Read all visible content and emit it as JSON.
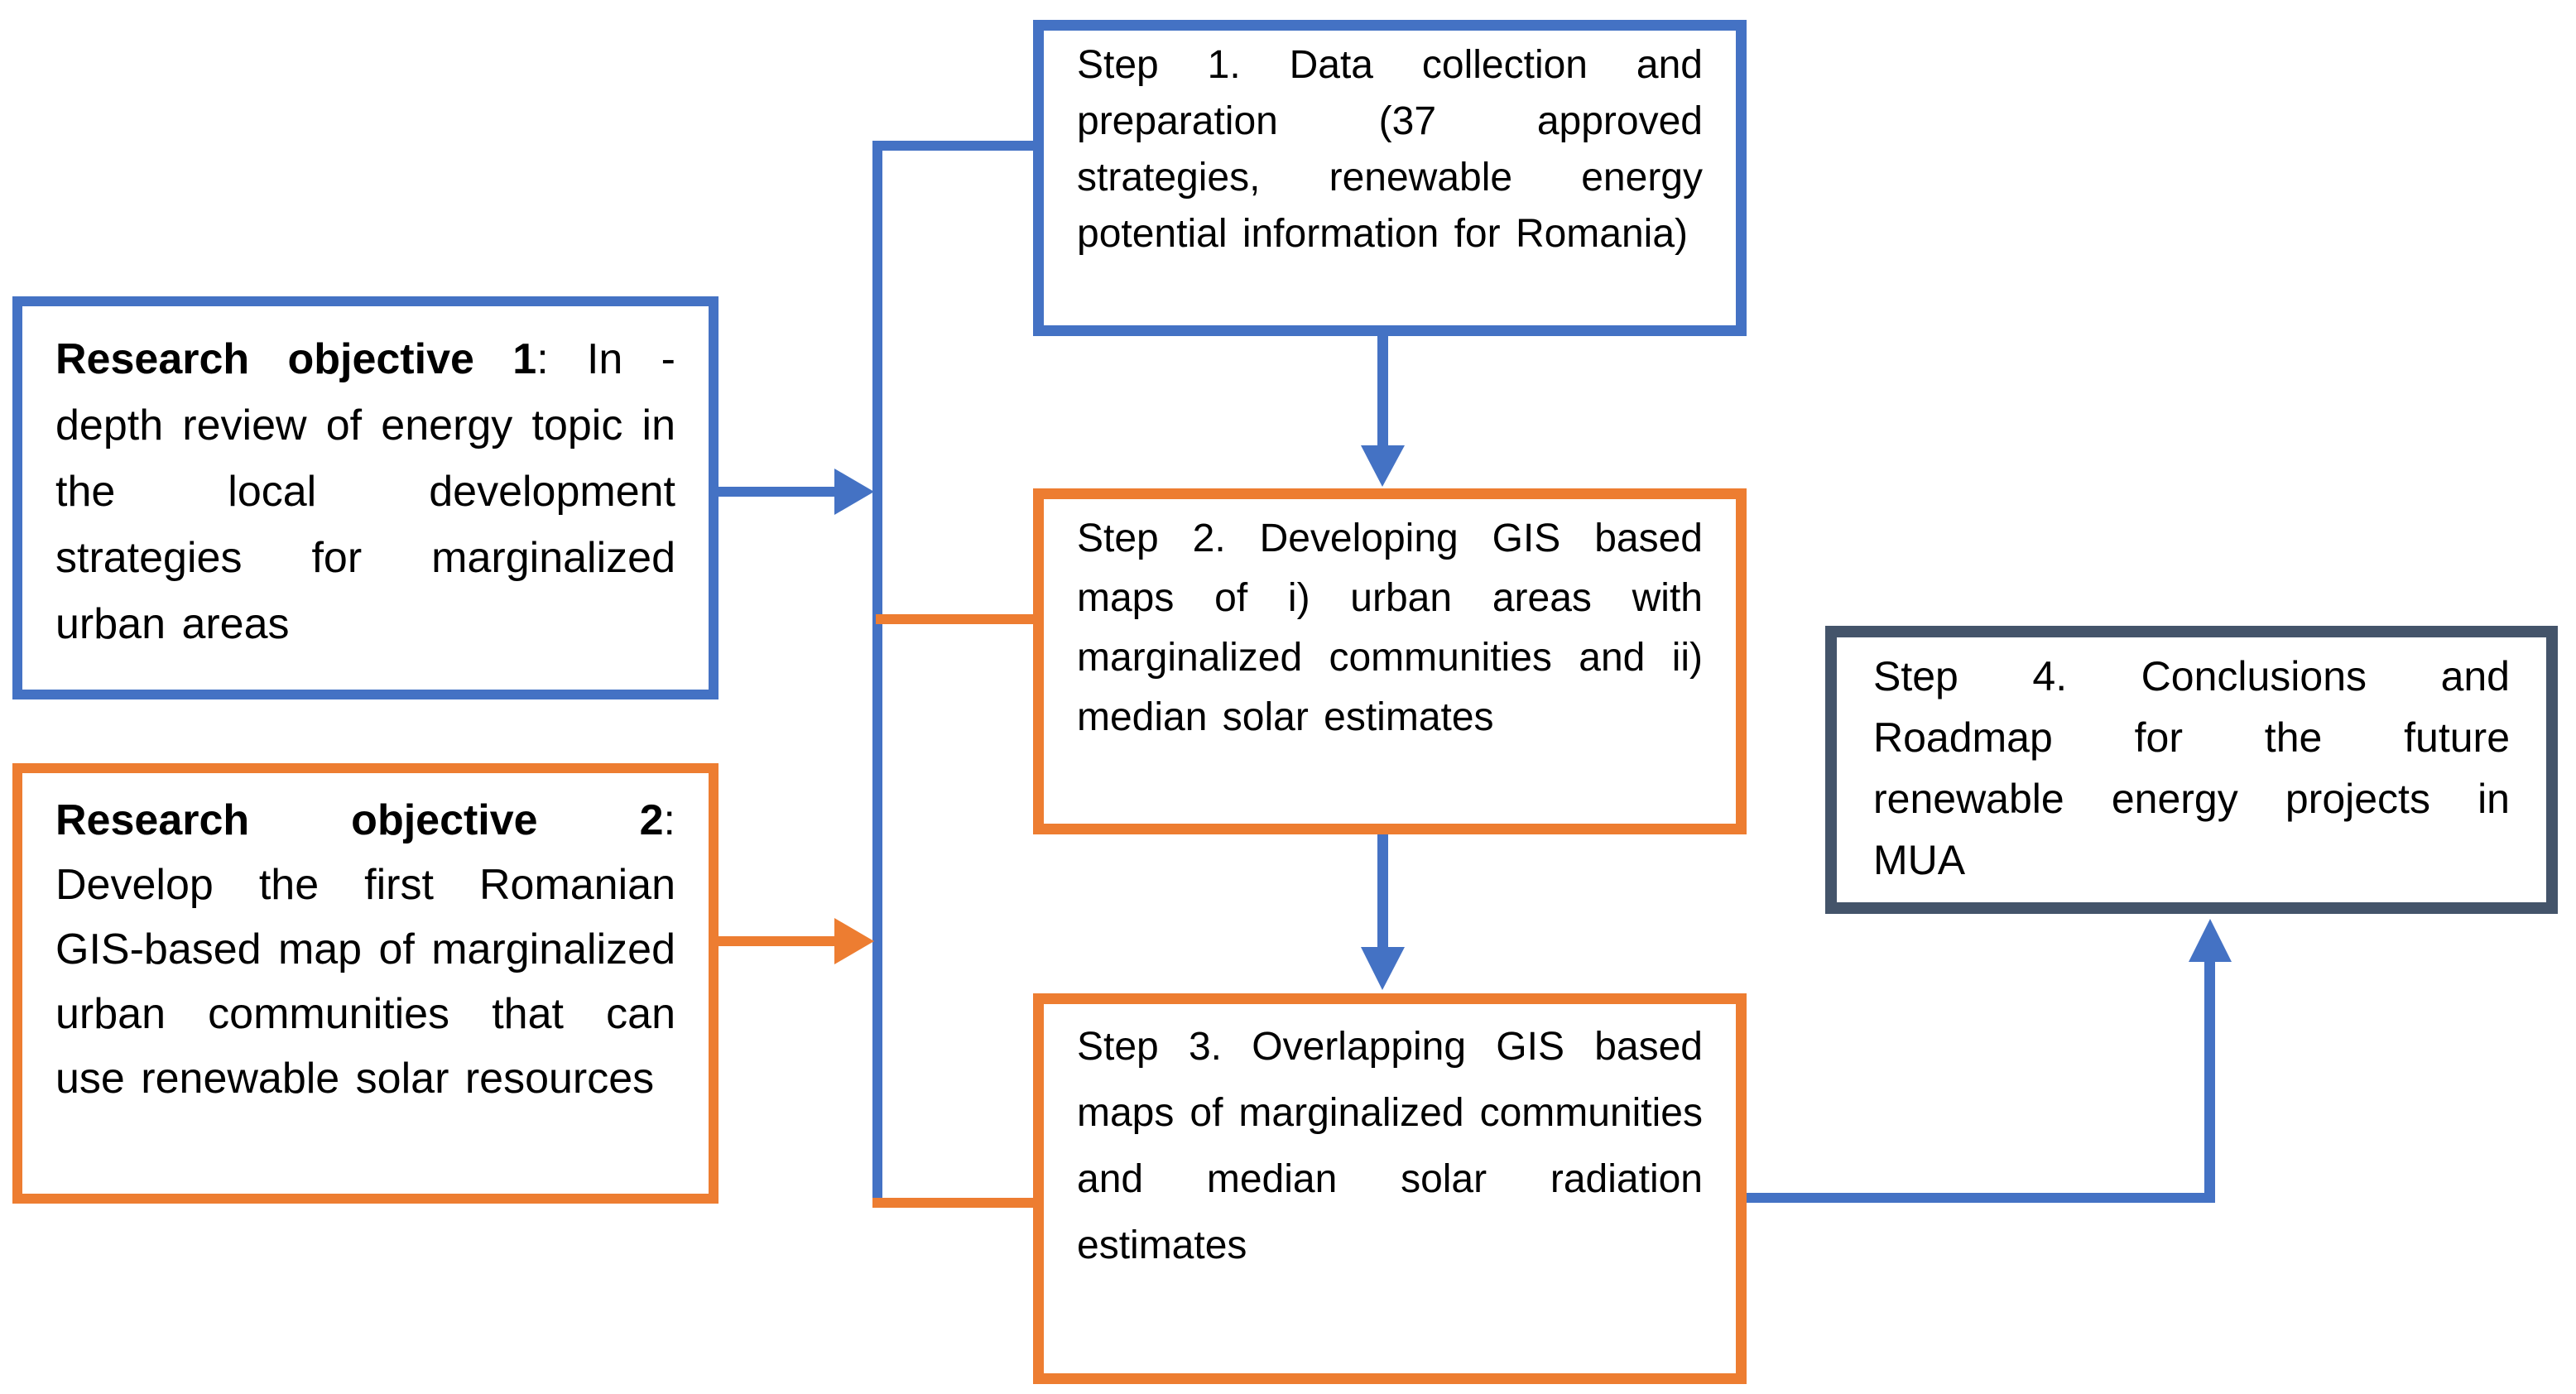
{
  "title": "Research methodology flowchart",
  "colors": {
    "accent_blue": "#4472C4",
    "accent_orange": "#ED7D31",
    "accent_dark": "#44546A",
    "background": "#FFFFFF",
    "text": "#000000"
  },
  "boxes": {
    "research_objective_1": {
      "bold": "Research objective 1",
      "rest": ": In - depth review of energy topic in the local development strategies for marginalized urban areas"
    },
    "research_objective_2": {
      "bold": "Research objective 2",
      "rest": ": Develop the first Romanian GIS-based map of marginalized urban communities that can use renewable solar resources"
    },
    "step_1": {
      "text": "Step 1. Data collection and preparation (37 approved strategies, renewable energy potential information for Romania)"
    },
    "step_2": {
      "text": "Step 2. Developing GIS based maps of i) urban areas with marginalized communities and ii) median solar estimates"
    },
    "step_3": {
      "text": "Step 3. Overlapping GIS based maps of marginalized communities and median solar radiation estimates"
    },
    "step_4": {
      "text": "Step 4. Conclusions and Roadmap for the future renewable energy projects in MUA"
    }
  },
  "connectors": [
    {
      "from": "research-objective-1",
      "to": "trunk",
      "color": "#4472C4",
      "arrowhead": true
    },
    {
      "from": "research-objective-2",
      "to": "trunk",
      "color": "#ED7D31",
      "arrowhead": true
    },
    {
      "from": "trunk",
      "to": "step-1",
      "color": "#4472C4",
      "arrowhead": false
    },
    {
      "from": "trunk",
      "to": "step-2",
      "color": "#ED7D31",
      "arrowhead": false
    },
    {
      "from": "trunk",
      "to": "step-3",
      "color": "#ED7D31",
      "arrowhead": false
    },
    {
      "from": "step-1",
      "to": "step-2",
      "color": "#4472C4",
      "arrowhead": true
    },
    {
      "from": "step-2",
      "to": "step-3",
      "color": "#4472C4",
      "arrowhead": true
    },
    {
      "from": "step-3",
      "to": "step-4",
      "color": "#4472C4",
      "arrowhead": true
    }
  ]
}
